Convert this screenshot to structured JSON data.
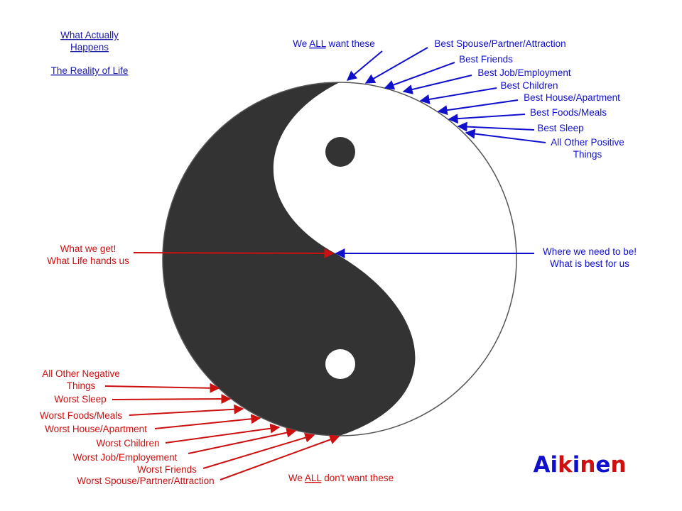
{
  "colors": {
    "blue": "#1010cc",
    "red": "#cc1010",
    "dark": "#333333",
    "outline": "#555555"
  },
  "links": {
    "line1": "What Actually ",
    "line2": "Happens",
    "reality": "The Reality of Life"
  },
  "top_heading": {
    "pre": "We ",
    "emph": "ALL",
    "post": " want these"
  },
  "bottom_heading": {
    "pre": "We ",
    "emph": "ALL",
    "post": " don't want these"
  },
  "best": [
    "Best Spouse/Partner/Attraction",
    "Best Friends",
    "Best Job/Employment",
    "Best Children",
    "Best House/Apartment",
    "Best Foods/Meals",
    "Best Sleep"
  ],
  "best_other": {
    "line1": "All Other Positive",
    "line2": "Things"
  },
  "worst_other": {
    "line1": "All Other Negative",
    "line2": "Things"
  },
  "worst": [
    "Worst Sleep",
    "Worst Foods/Meals",
    "Worst House/Apartment",
    "Worst Children",
    "Worst Job/Employement",
    "Worst Friends",
    "Worst Spouse/Partner/Attraction"
  ],
  "left_note": {
    "line1": "What we get!",
    "line2": "What Life hands us"
  },
  "right_note": {
    "line1": "Where we need to be!",
    "line2": "What is best for us"
  },
  "logo": {
    "parts": [
      {
        "t": "Ai",
        "color": "#1010cc"
      },
      {
        "t": "k",
        "color": "#cc1010"
      },
      {
        "t": "i",
        "color": "#1010cc"
      },
      {
        "t": "n",
        "color": "#cc1010"
      },
      {
        "t": "e",
        "color": "#1010cc"
      },
      {
        "t": "n",
        "color": "#cc1010"
      }
    ]
  }
}
